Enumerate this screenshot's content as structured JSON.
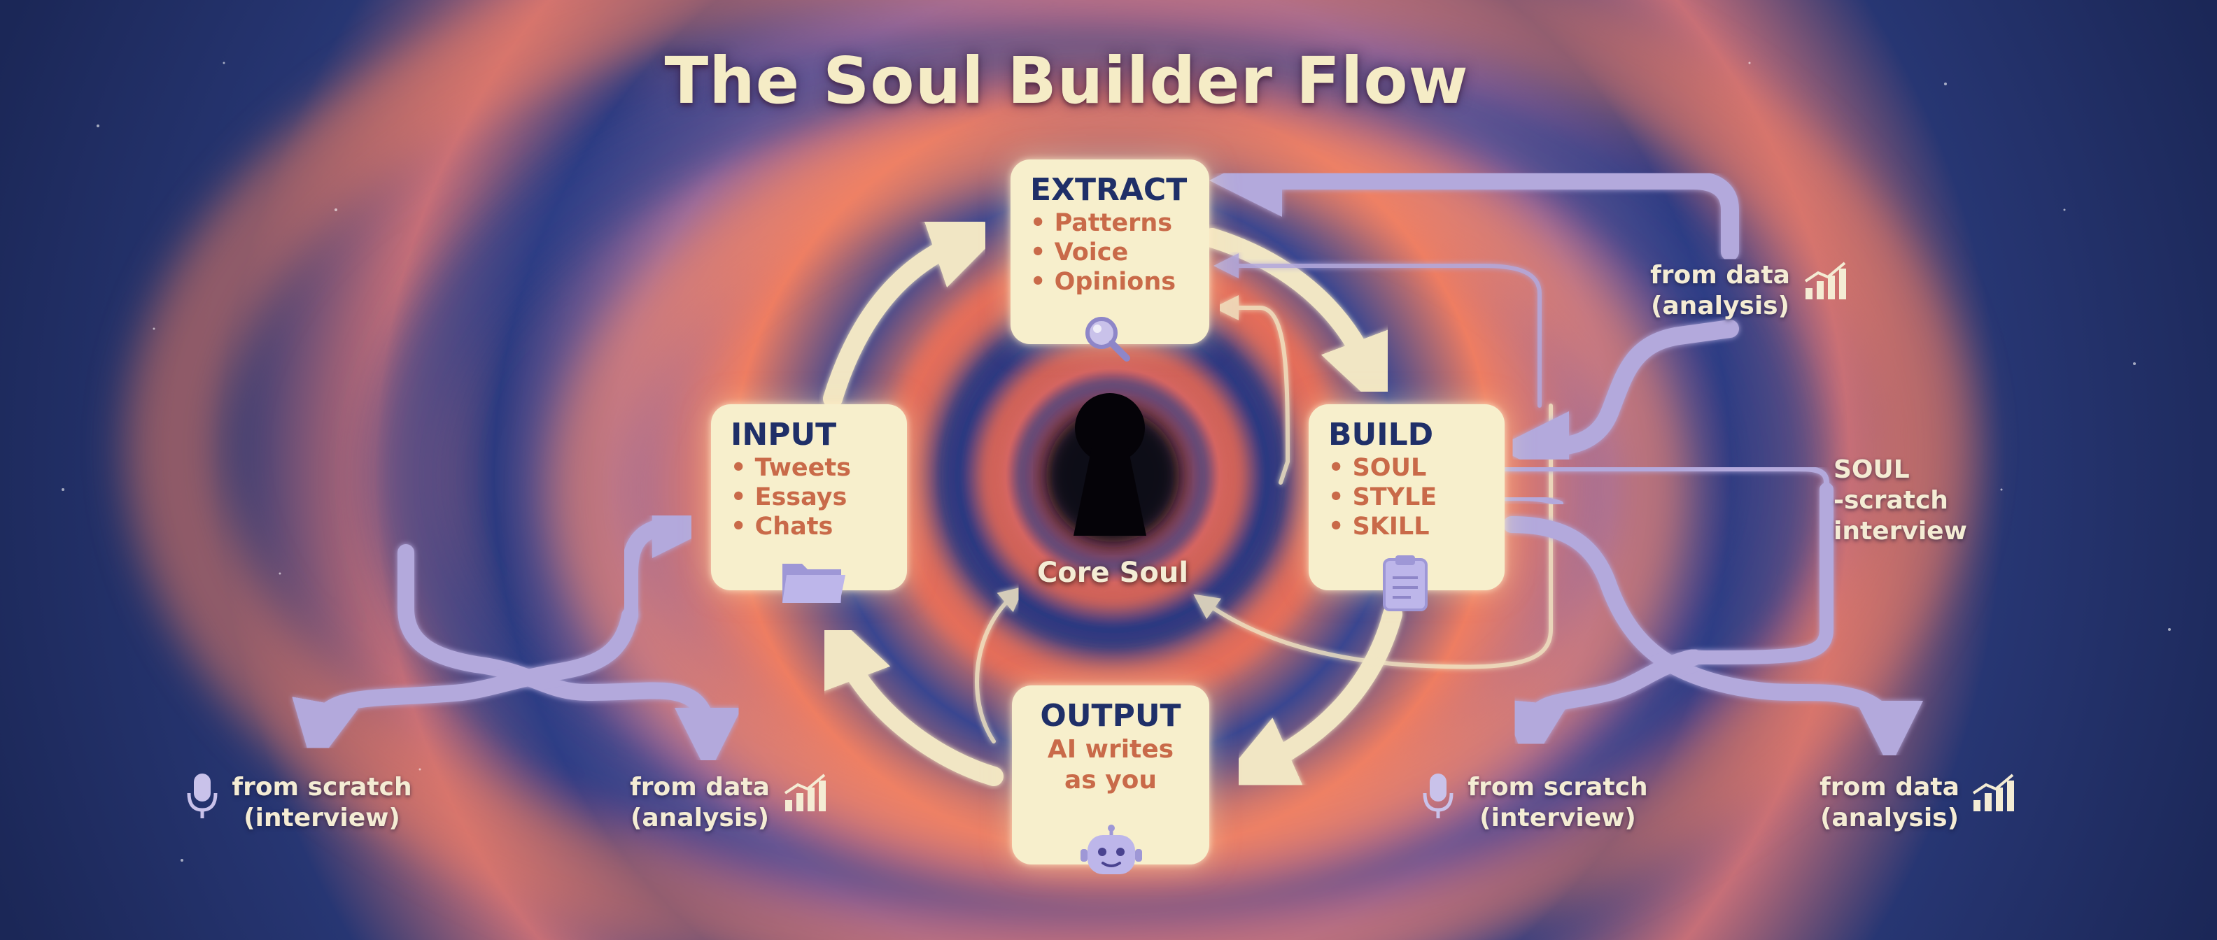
{
  "title": "The Soul Builder Flow",
  "center": {
    "label": "Core Soul"
  },
  "nodes": {
    "extract": {
      "title": "EXTRACT",
      "items": [
        "Patterns",
        "Voice",
        "Opinions"
      ],
      "icon": "magnifier-icon"
    },
    "input": {
      "title": "INPUT",
      "items": [
        "Tweets",
        "Essays",
        "Chats"
      ],
      "icon": "folder-icon"
    },
    "build": {
      "title": "BUILD",
      "items": [
        "SOUL",
        "STYLE",
        "SKILL"
      ],
      "icon": "clipboard-icon"
    },
    "output": {
      "title": "OUTPUT",
      "text": [
        "AI writes",
        "as you"
      ],
      "icon": "robot-icon"
    }
  },
  "side_labels": {
    "left_scratch": {
      "line1": "from scratch",
      "line2": "(interview)",
      "icon": "microphone-icon"
    },
    "left_data": {
      "line1": "from data",
      "line2": "(analysis)",
      "icon": "bar-chart-icon"
    },
    "top_right_data": {
      "line1": "from data",
      "line2": "(analysis)",
      "icon": "bar-chart-icon"
    },
    "right_soul": {
      "line1": "SOUL",
      "line2": "-scratch",
      "line3": "interview"
    },
    "right_scratch": {
      "line1": "from scratch",
      "line2": "(interview)",
      "icon": "microphone-icon"
    },
    "right_data": {
      "line1": "from data",
      "line2": "(analysis)",
      "icon": "bar-chart-icon"
    }
  },
  "colors": {
    "box_fill": "#f7efcc",
    "box_title": "#1f2f68",
    "box_items": "#c96a49",
    "flow_arrow": "#f1e6c4",
    "side_arrow": "#b3a9dc",
    "background_blue": "#24357a",
    "background_coral": "#e8735c"
  }
}
